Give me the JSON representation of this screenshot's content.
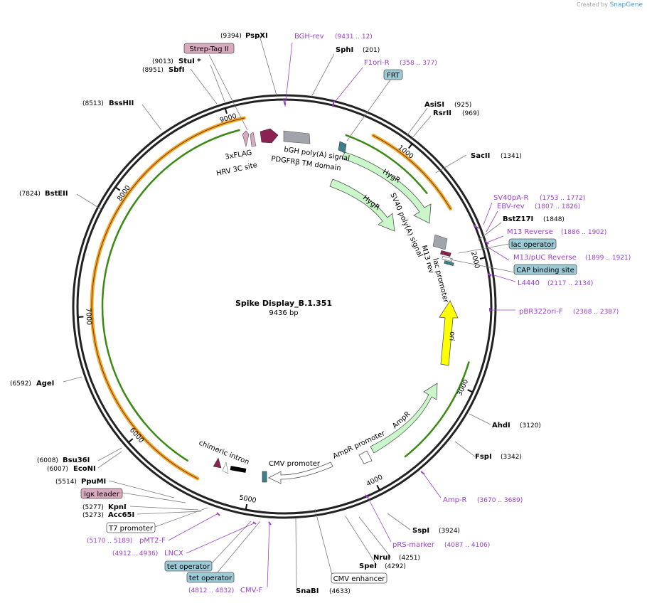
{
  "credit": {
    "prefix": "Created by",
    "brand": "SnapGene"
  },
  "plasmid": {
    "name": "Spike Display_B.1.351",
    "length": "9436 bp"
  },
  "ticks": [
    "1000",
    "2000",
    "3000",
    "4000",
    "5000",
    "6000",
    "7000",
    "8000",
    "9000"
  ],
  "enzymes": [
    {
      "name": "PspXI",
      "num": "(9394)"
    },
    {
      "name": "SphI",
      "num": "(201)"
    },
    {
      "name": "StuI *",
      "num": "(9013)"
    },
    {
      "name": "SbfI",
      "num": "(8951)"
    },
    {
      "name": "BssHII",
      "num": "(8513)"
    },
    {
      "name": "AsiSI",
      "num": "(925)"
    },
    {
      "name": "RsrII",
      "num": "(969)"
    },
    {
      "name": "SacII",
      "num": "(1341)"
    },
    {
      "name": "BstZ17I",
      "num": "(1848)"
    },
    {
      "name": "BstEII",
      "num": "(7824)"
    },
    {
      "name": "AgeI",
      "num": "(6592)"
    },
    {
      "name": "AhdI",
      "num": "(3120)"
    },
    {
      "name": "FspI",
      "num": "(3342)"
    },
    {
      "name": "Bsu36I",
      "num": "(6008)"
    },
    {
      "name": "EcoNI",
      "num": "(6007)"
    },
    {
      "name": "PpuMI",
      "num": "(5514)"
    },
    {
      "name": "KpnI",
      "num": "(5277)"
    },
    {
      "name": "Acc65I",
      "num": "(5273)"
    },
    {
      "name": "SspI",
      "num": "(3924)"
    },
    {
      "name": "NruI",
      "num": "(4251)"
    },
    {
      "name": "SpeI",
      "num": "(4292)"
    },
    {
      "name": "SnaBI",
      "num": "(4633)"
    }
  ],
  "primers": [
    {
      "name": "BGH-rev",
      "num": "(9431 .. 12)"
    },
    {
      "name": "F1ori-R",
      "num": "(358 .. 377)"
    },
    {
      "name": "SV40pA-R",
      "num": "(1753 .. 1772)"
    },
    {
      "name": "EBV-rev",
      "num": "(1807 .. 1826)"
    },
    {
      "name": "M13 Reverse",
      "num": "(1886 .. 1902)"
    },
    {
      "name": "M13/pUC Reverse",
      "num": "(1899 .. 1921)"
    },
    {
      "name": "L4440",
      "num": "(2117 .. 2134)"
    },
    {
      "name": "pBR322ori-F",
      "num": "(2368 .. 2387)"
    },
    {
      "name": "Amp-R",
      "num": "(3670 .. 3689)"
    },
    {
      "name": "pRS-marker",
      "num": "(4087 .. 4106)"
    },
    {
      "name": "pMT2-F",
      "num": "(5170 .. 5189)"
    },
    {
      "name": "LNCX",
      "num": "(4912 .. 4936)"
    },
    {
      "name": "CMV-F",
      "num": "(4812 .. 4832)"
    }
  ],
  "boxes": [
    {
      "name": "Strep-Tag II",
      "color": "#d8a9bf"
    },
    {
      "name": "FRT",
      "color": "#9ccad6"
    },
    {
      "name": "lac operator",
      "color": "#9ccad6"
    },
    {
      "name": "CAP binding site",
      "color": "#9ccad6"
    },
    {
      "name": "Igκ leader",
      "color": "#d8a9bf"
    },
    {
      "name": "T7 promoter",
      "color": "#ffffff"
    },
    {
      "name": "tet operator",
      "color": "#9ccad6"
    },
    {
      "name": "tet operator",
      "color": "#9ccad6"
    },
    {
      "name": "CMV enhancer",
      "color": "#ffffff"
    }
  ],
  "features": {
    "flag": "3xFLAG",
    "hrv": "HRV 3C site",
    "bgh": "bGH poly(A) signal",
    "pdgfr": "PDGFRβ TM domain",
    "hygr1": "HygR",
    "hygr2": "HygR",
    "sv40": "SV40 poly(A) signal",
    "m13rev": "M13 rev",
    "lacprom": "lac promoter",
    "ori": "ori",
    "ampr": "AmpR",
    "amprprom": "AmpR promoter",
    "cmvprom": "CMV promoter",
    "intron": "chimeric intron"
  },
  "colors": {
    "orange_orf": "#f5a623",
    "green_arrow": "#c9f7c9",
    "green_line": "#3b8a14",
    "ori_yellow": "#ffff00",
    "primer": "#9b3fce",
    "maroon": "#8b2252",
    "gray_feat": "#a0a4ab",
    "teal": "#3a7f8a"
  }
}
